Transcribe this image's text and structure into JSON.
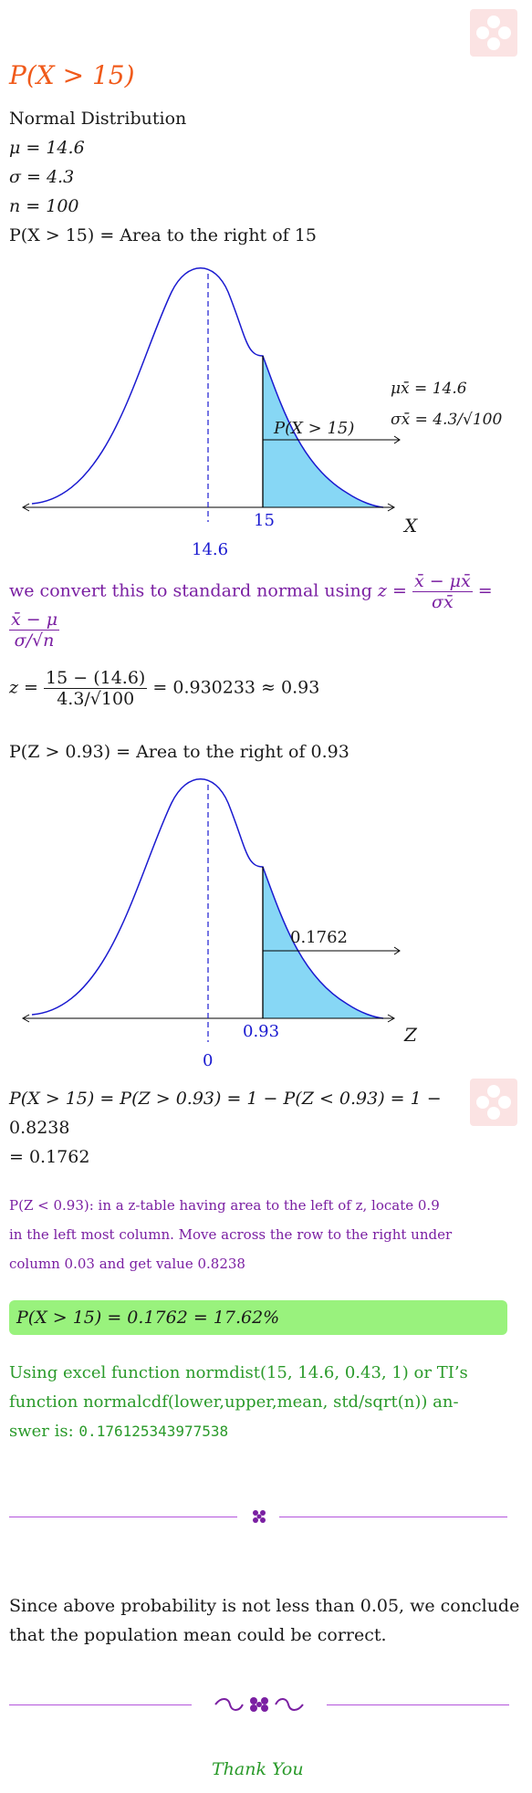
{
  "doc": {
    "title": "P(X > 15)",
    "lines": {
      "dist": "Normal Distribution",
      "mu": "μ = 14.6",
      "sigma": "σ = 4.3",
      "n": "n = 100",
      "area_stmt": "P(X > 15) = Area to the right of 15"
    },
    "graph1": {
      "label_area": "P(X > 15)",
      "mu_xbar": "μx̄ = 14.6",
      "sigma_xbar": "σx̄ = 4.3/√100",
      "x15": "15",
      "x146": "14.6",
      "axis": "X"
    },
    "convert": {
      "text": "we convert this to standard normal using",
      "formula1_lhs": "z =",
      "formula1_num": "x̄ − μx̄",
      "formula1_den": "σx̄",
      "eq": "=",
      "formula2_num": "x̄ − μ",
      "formula2_den": "σ/√n"
    },
    "z_calc": {
      "lhs": "z =",
      "num": "15 − (14.6)",
      "den": "4.3/√100",
      "rhs": "= 0.930233 ≈ 0.93"
    },
    "area_z": "P(Z > 0.93) = Area to the right of 0.93",
    "graph2": {
      "label_area": "0.1762",
      "x093": "0.93",
      "x0": "0",
      "axis": "Z"
    },
    "result": {
      "line1": "P(X > 15) = P(Z > 0.93) = 1 − P(Z < 0.93) = 1 −",
      "line2": "0.8238",
      "line3": "= 0.1762"
    },
    "ztable": {
      "line1": "P(Z < 0.93): in a z-table having area to the left of z, locate 0.9",
      "line2": "in the left most column. Move across the row to the right under",
      "line3": "column 0.03 and get value 0.8238"
    },
    "final_box": "P(X > 15) = 0.1762 = 17.62%",
    "excel": {
      "line1": "Using excel function normdist(15, 14.6, 0.43, 1) or TI’s",
      "line2": "function normalcdf(lower,upper,mean, std/sqrt(n)) an-",
      "line3_prefix": "swer is:",
      "line3_value": "0.176125343977538"
    },
    "conclusion": {
      "line1": "Since above probability is not less than 0.05, we conclude",
      "line2": "that the population mean could be correct."
    },
    "thanks": "Thank You"
  },
  "colors": {
    "title": "#f05a1a",
    "purple": "#7a1fa2",
    "green": "#2a9a2a",
    "curve": "#1a1ad0",
    "shade": "#87d7f5",
    "box": "#99f27d"
  }
}
